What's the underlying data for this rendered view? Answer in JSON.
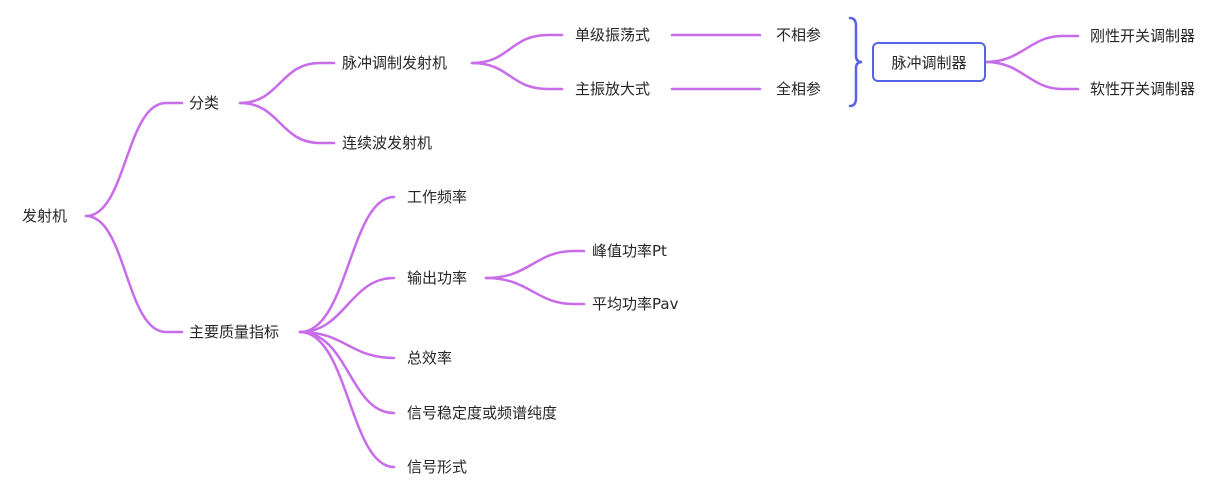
{
  "colors": {
    "branch": "#c86ce9",
    "bracket": "#5963e6",
    "box_border": "#5963e6",
    "text": "#262626"
  },
  "nodes": {
    "root": "发射机",
    "classify": "分类",
    "pulse_tx": "脉冲调制发射机",
    "cw_tx": "连续波发射机",
    "single_osc": "单级振荡式",
    "master_amp": "主振放大式",
    "incoherent": "不相参",
    "coherent": "全相参",
    "pulse_modulator": "脉冲调制器",
    "rigid_switch": "刚性开关调制器",
    "soft_switch": "软性开关调制器",
    "quality": "主要质量指标",
    "op_freq": "工作频率",
    "out_power": "输出功率",
    "peak_power": "峰值功率Pt",
    "avg_power": "平均功率Pav",
    "efficiency": "总效率",
    "stability": "信号稳定度或频谱纯度",
    "signal_form": "信号形式"
  }
}
